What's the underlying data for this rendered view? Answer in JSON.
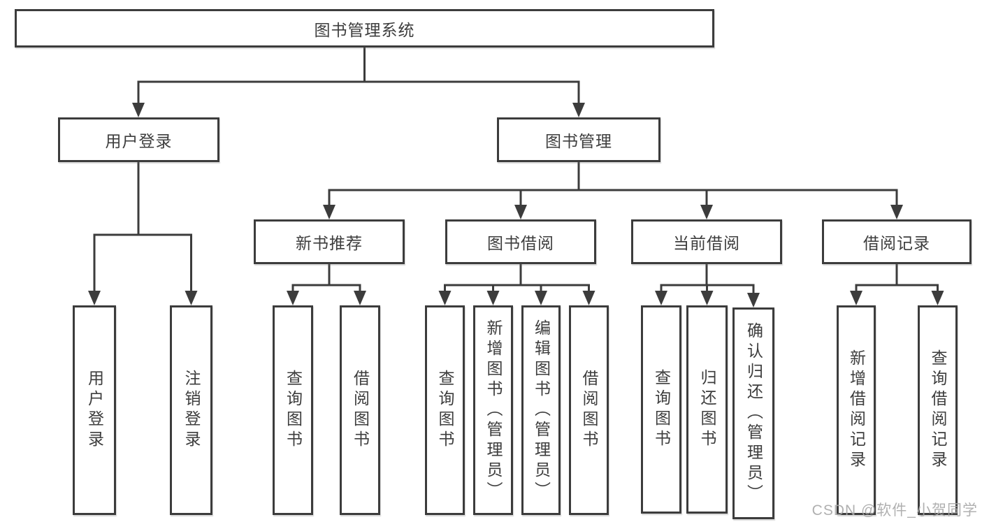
{
  "diagram": {
    "colors": {
      "line": "#3c3c3c",
      "text": "#3d3d3d",
      "box_background": "#ffffff",
      "page_background": "#ffffff",
      "watermark": "#a8a8a8"
    },
    "watermark": {
      "text": "CSDN @软件_小贺同学"
    },
    "tree": {
      "label": "图书管理系统",
      "children": [
        {
          "label": "用户登录",
          "children": [
            {
              "label": "用户登录"
            },
            {
              "label": "注销登录"
            }
          ]
        },
        {
          "label": "图书管理",
          "children": [
            {
              "label": "新书推荐",
              "children": [
                {
                  "label": "查询图书"
                },
                {
                  "label": "借阅图书"
                }
              ]
            },
            {
              "label": "图书借阅",
              "children": [
                {
                  "label": "查询图书"
                },
                {
                  "label": "新增图书（管理员）"
                },
                {
                  "label": "编辑图书（管理员）"
                },
                {
                  "label": "借阅图书"
                }
              ]
            },
            {
              "label": "当前借阅",
              "children": [
                {
                  "label": "查询图书"
                },
                {
                  "label": "归还图书"
                },
                {
                  "label": "确认归还（管理员）"
                }
              ]
            },
            {
              "label": "借阅记录",
              "children": [
                {
                  "label": "新增借阅记录"
                },
                {
                  "label": "查询借阅记录"
                }
              ]
            }
          ]
        }
      ]
    }
  }
}
